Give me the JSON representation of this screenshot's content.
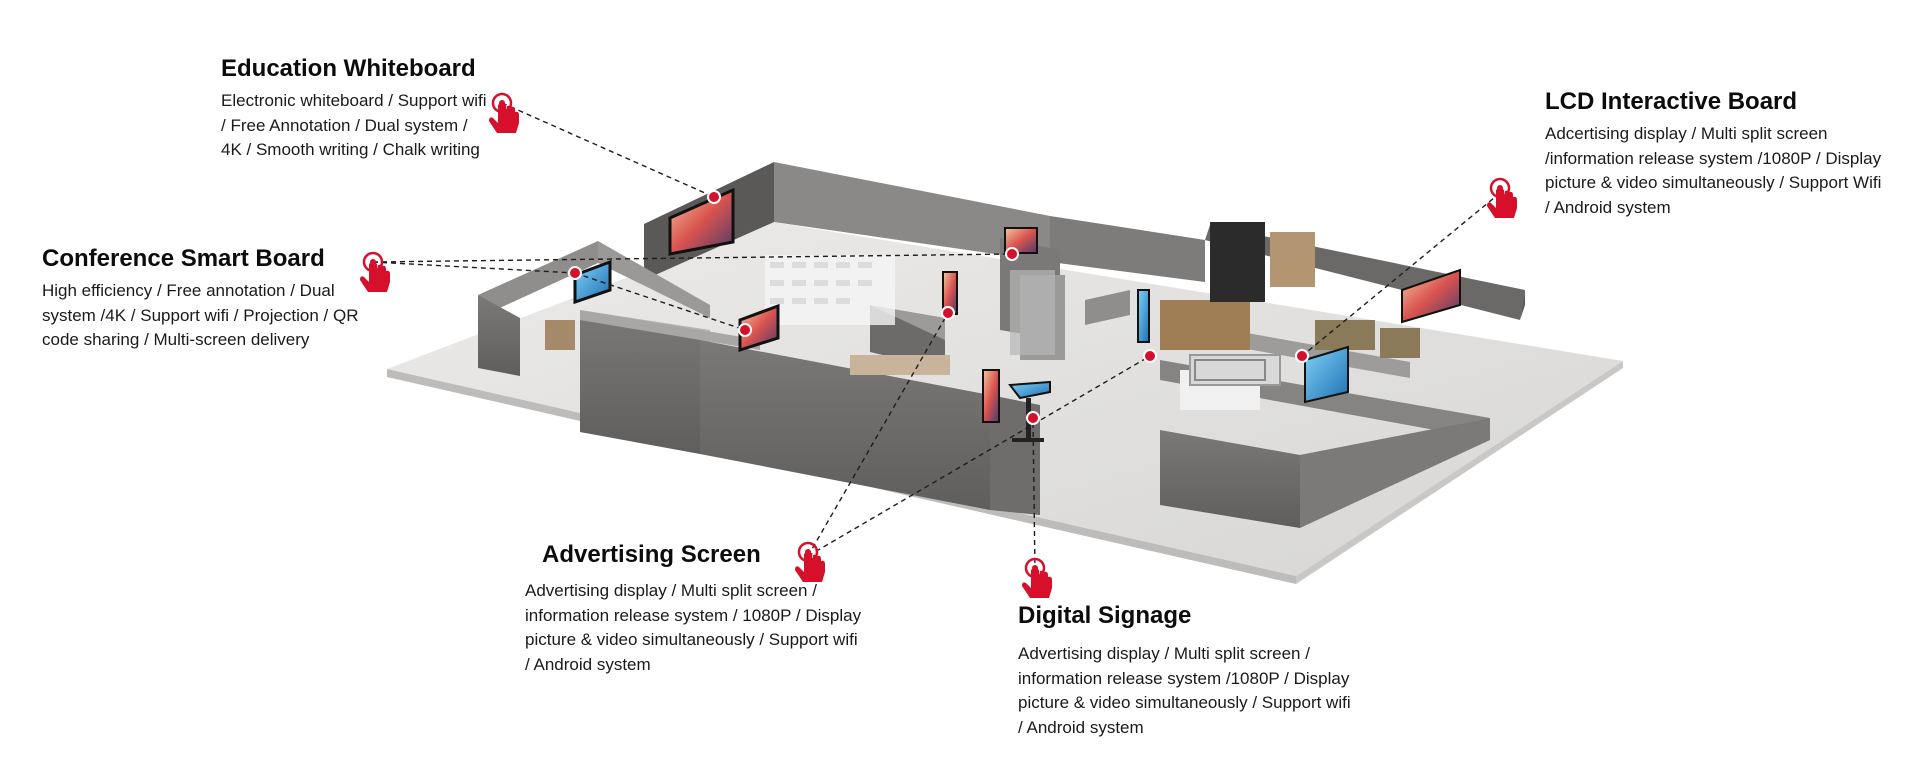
{
  "colors": {
    "accent_red": "#d6102a",
    "wall_grey": "#6f6e6c",
    "floor_light": "#e2e1df"
  },
  "callouts": [
    {
      "id": "education-whiteboard",
      "title": "Education Whiteboard",
      "description": "Electronic whiteboard / Support wifi / Free Annotation / Dual system / 4K / Smooth writing / Chalk writing"
    },
    {
      "id": "conference-smart-board",
      "title": "Conference Smart Board",
      "description": "High efficiency / Free annotation / Dual system /4K / Support wifi / Projection / QR code sharing / Multi-screen delivery"
    },
    {
      "id": "lcd-interactive-board",
      "title": "LCD Interactive Board",
      "description": "Adcertising display / Multi split screen /information release system /1080P / Display picture & video simultaneously / Support Wifi / Android system"
    },
    {
      "id": "advertising-screen",
      "title": "Advertising Screen",
      "description": "Advertising display / Multi split screen / information release system / 1080P / Display picture & video simultaneously / Support wifi / Android system"
    },
    {
      "id": "digital-signage",
      "title": "Digital Signage",
      "description": "Advertising display / Multi split screen / information release system /1080P / Display picture & video simultaneously / Support wifi / Android system"
    }
  ]
}
